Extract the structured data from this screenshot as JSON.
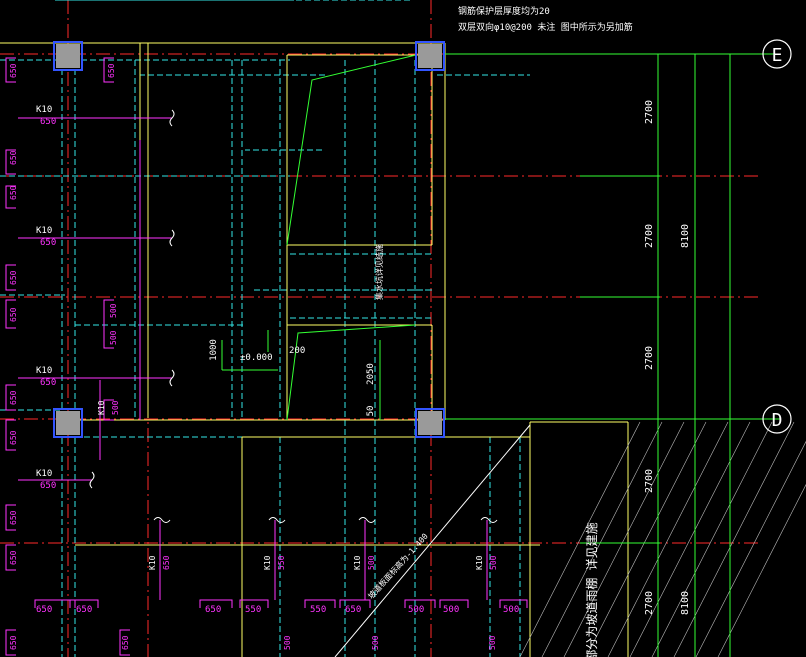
{
  "colors": {
    "axis": "#ff2a2a",
    "beam": "#ffff66",
    "dashed": "#33e6e6",
    "rebar": "#ff33ff",
    "dim": "#33ff33",
    "column": "#9a9a9a",
    "columnEdge": "#3355ff",
    "white": "#ffffff",
    "hatch": "#bbbbbb"
  },
  "axes": [
    {
      "id": "E",
      "label": "E"
    },
    {
      "id": "D",
      "label": "D"
    }
  ],
  "notes": {
    "top1": "钢筋保护层厚度均为20",
    "top2": "双层双向φ10@200 未注 图中所示为另加筋",
    "stair": "集水坑详见结施",
    "elevation": "±0.000",
    "dim200": "200",
    "dim1000": "1000",
    "dim2050": "2050",
    "dim50": "50",
    "slope": "坡道板面标高为-1.400",
    "region": "此部分为坡道雨棚 详见建施",
    "ramp": "详见建施"
  },
  "dims": {
    "d1": "2700",
    "d2": "2700",
    "d3": "2700",
    "d4": "2700",
    "d5": "2700",
    "total1": "8100",
    "total2": "8100"
  },
  "rebars": {
    "k10": "K10",
    "v650": "650",
    "v500": "500",
    "v550": "550"
  }
}
